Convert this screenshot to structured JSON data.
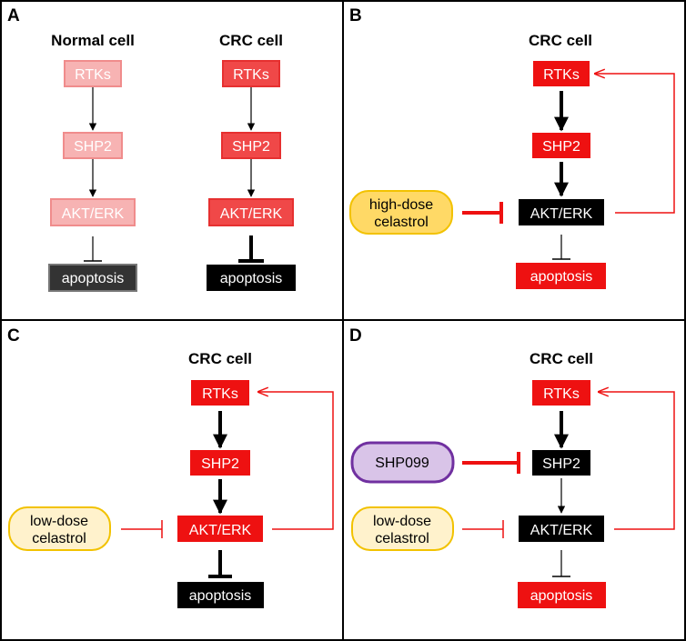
{
  "colors": {
    "red": "#ee1111",
    "pale_red": "#f4a0a0",
    "pale_red_fill": "#f7b3b3",
    "mid_red": "#f04848",
    "black": "#000000",
    "dark_grey": "#333333",
    "drug_yellow_fill": "#ffd966",
    "drug_yellow_pale": "#fff2cc",
    "drug_yellow_border": "#f2c200",
    "drug_purple_fill": "#d9c4e8",
    "drug_purple_border": "#7030a0"
  },
  "panels": {
    "A": {
      "letter": "A",
      "normal": {
        "title": "Normal cell",
        "rtks": "RTKs",
        "shp2": "SHP2",
        "akt": "AKT/ERK",
        "apoptosis": "apoptosis"
      },
      "crc": {
        "title": "CRC cell",
        "rtks": "RTKs",
        "shp2": "SHP2",
        "akt": "AKT/ERK",
        "apoptosis": "apoptosis"
      }
    },
    "B": {
      "letter": "B",
      "title": "CRC cell",
      "rtks": "RTKs",
      "shp2": "SHP2",
      "akt": "AKT/ERK",
      "apoptosis": "apoptosis",
      "drug_line1": "high-dose",
      "drug_line2": "celastrol"
    },
    "C": {
      "letter": "C",
      "title": "CRC cell",
      "rtks": "RTKs",
      "shp2": "SHP2",
      "akt": "AKT/ERK",
      "apoptosis": "apoptosis",
      "drug_line1": "low-dose",
      "drug_line2": "celastrol"
    },
    "D": {
      "letter": "D",
      "title": "CRC cell",
      "rtks": "RTKs",
      "shp2": "SHP2",
      "akt": "AKT/ERK",
      "apoptosis": "apoptosis",
      "inhibitor": "SHP099",
      "drug_line1": "low-dose",
      "drug_line2": "celastrol"
    }
  }
}
